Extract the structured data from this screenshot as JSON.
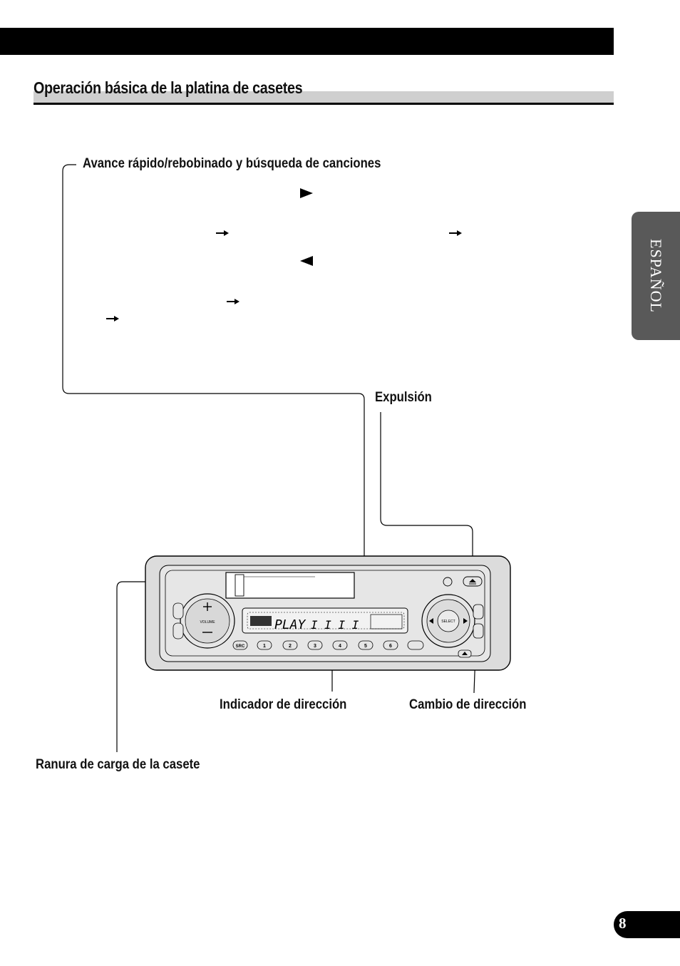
{
  "header": {
    "section_title": "Operación básica de la platina de casetes"
  },
  "side_tab": {
    "language": "ESPAÑOL"
  },
  "page": {
    "number": "8"
  },
  "callouts": {
    "fast_forward_rewind": "Avance rápido/rebobinado y búsqueda de canciones",
    "eject": "Expulsión",
    "direction_indicator": "Indicador de dirección",
    "direction_change": "Cambio de dirección",
    "cassette_slot": "Ranura de carga de la casete"
  },
  "unit": {
    "display_text": "PLAY",
    "volume_label": "VOLUME",
    "select_label": "SELECT",
    "source_button": "SRC",
    "preset_buttons": [
      "1",
      "2",
      "3",
      "4",
      "5",
      "6"
    ]
  },
  "colors": {
    "page_background": "#ffffff",
    "bars": "#000000",
    "title_band": "#cfcfcf",
    "side_tab": "#595959",
    "unit_body": "#dcdcdc"
  }
}
